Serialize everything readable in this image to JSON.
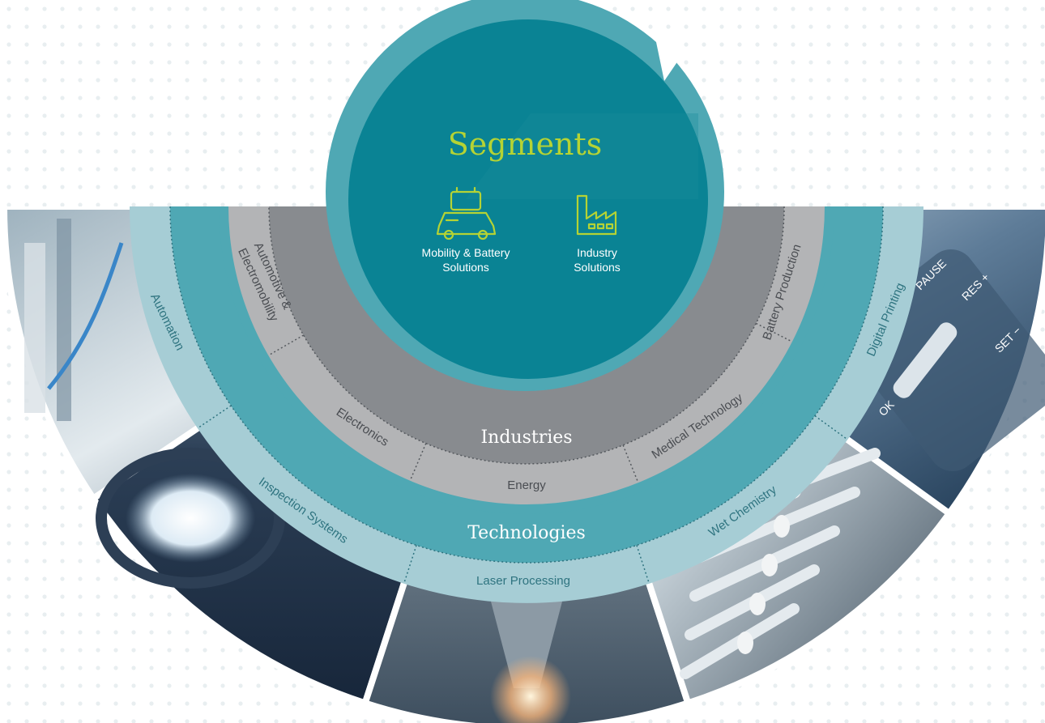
{
  "segments": {
    "title": "Segments",
    "items": [
      {
        "label_line1": "Mobility & Battery",
        "label_line2": "Solutions",
        "icon": "car-battery-icon"
      },
      {
        "label_line1": "Industry",
        "label_line2": "Solutions",
        "icon": "factory-icon"
      }
    ]
  },
  "industries": {
    "title": "Industries",
    "items": [
      "Automotive &",
      "Electromobility",
      "Electronics",
      "Energy",
      "Medical Technology",
      "Battery Production"
    ]
  },
  "technologies": {
    "title": "Technologies",
    "items": [
      "Automation",
      "Inspection Systems",
      "Laser Processing",
      "Wet Chemistry",
      "Digital Printing"
    ]
  },
  "photos": [
    {
      "icon": "automation-machine-photo"
    },
    {
      "icon": "inspection-lens-photo"
    },
    {
      "icon": "laser-nozzle-photo"
    },
    {
      "icon": "wet-chemistry-rollers-photo"
    },
    {
      "icon": "car-control-buttons-photo"
    }
  ],
  "control_buttons": [
    "PAUSE",
    "RES +",
    "SET −",
    "OK"
  ],
  "colors": {
    "teal_dark": "#0A8394",
    "teal_mid": "#4FA8B4",
    "teal_light": "#A6CDD5",
    "grey_dark": "#888B8F",
    "grey_light": "#B3B4B6",
    "accent_green": "#B5D334",
    "text_grey": "#4A4D52"
  }
}
